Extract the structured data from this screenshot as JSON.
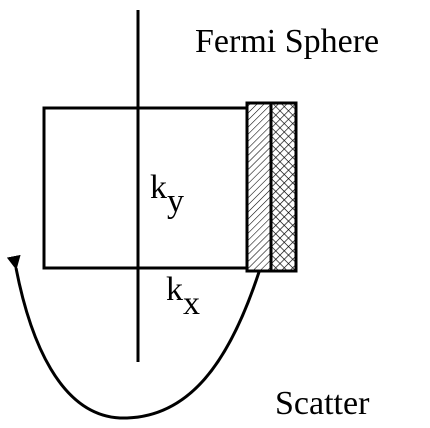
{
  "labels": {
    "title": "Fermi Sphere",
    "scatter": "Scatter",
    "ky_base": "k",
    "ky_sub": "y",
    "kx_base": "k",
    "kx_sub": "x"
  },
  "colors": {
    "stroke": "#000000",
    "background": "#ffffff"
  }
}
